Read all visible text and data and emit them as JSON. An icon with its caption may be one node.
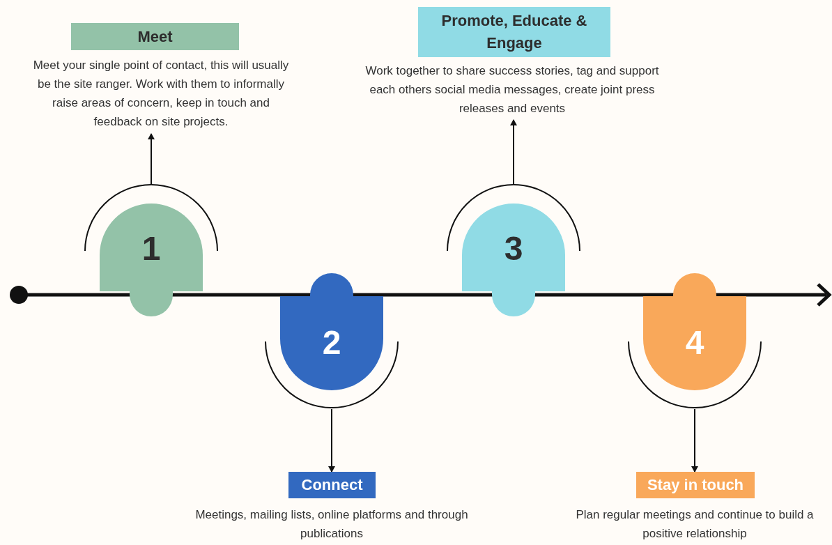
{
  "diagram": {
    "nodes": [
      {
        "text": [
          "1"
        ]
      },
      {
        "text": [
          "Meet",
          "Meet your single point of contact, this will usually be the site ranger. Work with them to informally raise areas of concern, keep in touch and feedback on site projects."
        ]
      },
      {
        "text": [
          "2"
        ]
      },
      {
        "text": [
          "Connect",
          "Meetings, mailing lists, online platforms and through publications"
        ]
      },
      {
        "text": [
          "3"
        ]
      },
      {
        "text": [
          "Promote, Educate & Engage",
          "Work together to share success stories, tag and support each others social media messages, create joint press releases and events"
        ]
      },
      {
        "text": [
          "4"
        ]
      },
      {
        "text": [
          "Stay in touch",
          "Plan regular meetings and continue to build a positive relationship"
        ]
      }
    ],
    "edges": [
      {
        "from": 0,
        "to": 1,
        "arrow": "to"
      },
      {
        "from": 2,
        "to": 3,
        "arrow": "to"
      },
      {
        "from": 4,
        "to": 5,
        "arrow": "to"
      },
      {
        "from": 6,
        "to": 7,
        "arrow": "to"
      }
    ]
  }
}
